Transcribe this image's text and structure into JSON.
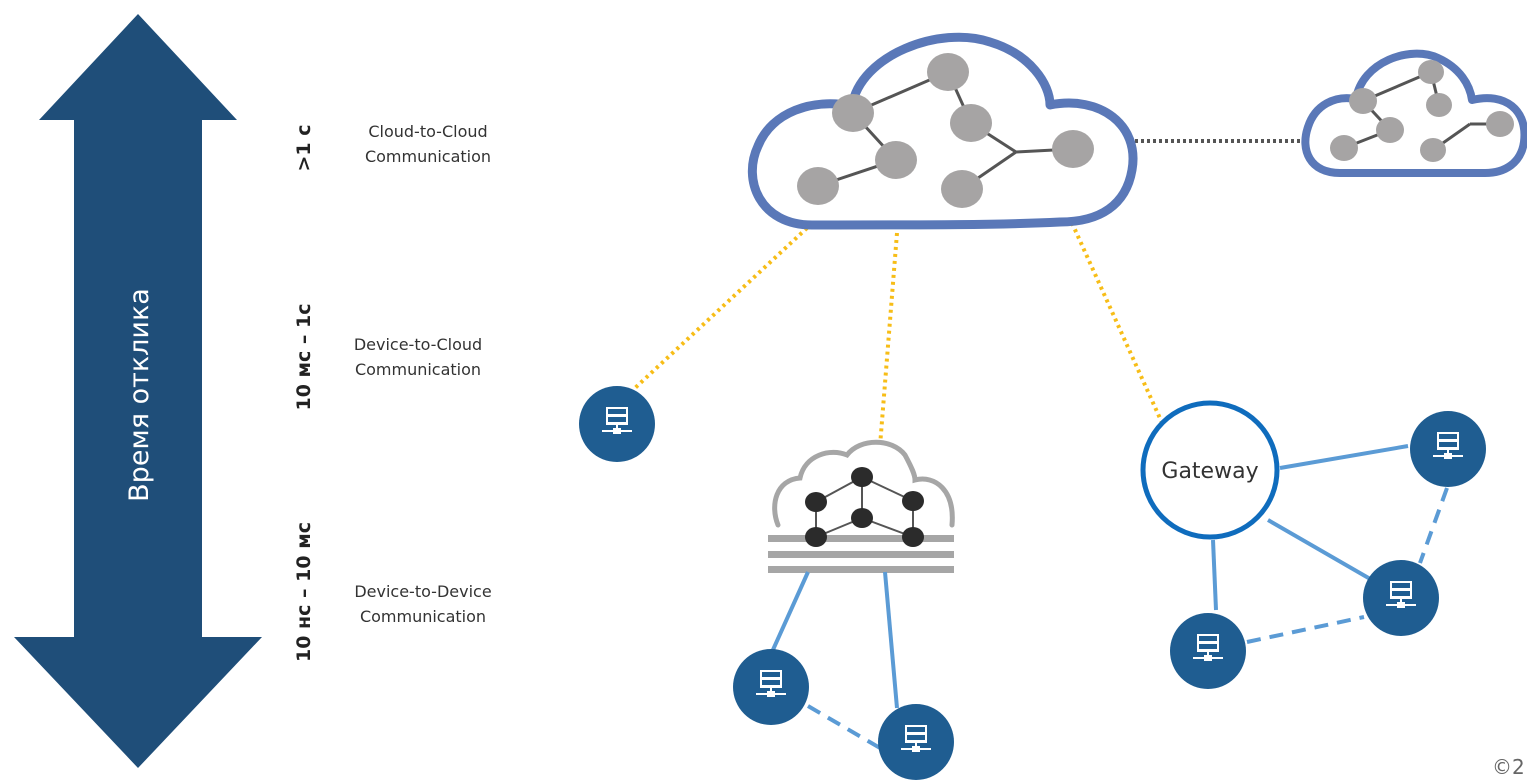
{
  "response_time_label": "Время отклика",
  "tiers": [
    {
      "latency": ">1 с",
      "label_line1": "Cloud-to-Cloud",
      "label_line2": "Communication"
    },
    {
      "latency": "10 мс – 1с",
      "label_line1": "Device-to-Cloud",
      "label_line2": "Communication"
    },
    {
      "latency": "10 нс – 10 мс",
      "label_line1": "Device-to-Device",
      "label_line2": "Communication"
    }
  ],
  "gateway_label": "Gateway",
  "copyright": "©2",
  "colors": {
    "arrow": "#1f4e79",
    "cloud_outline": "#5a78b8",
    "cloud_node": "#a6a4a4",
    "device_fill": "#1f5d91",
    "gateway_ring": "#0f6cbd",
    "link": "#5b9bd5",
    "uplink": "#f7bd17",
    "peer_link": "#555555",
    "edge_cloud": "#a6a6a6",
    "edge_node": "#2b2b2b"
  },
  "icons": [
    "arrow-icon",
    "cloud-icon",
    "device-icon",
    "gateway-icon",
    "edge-cloud-icon"
  ]
}
